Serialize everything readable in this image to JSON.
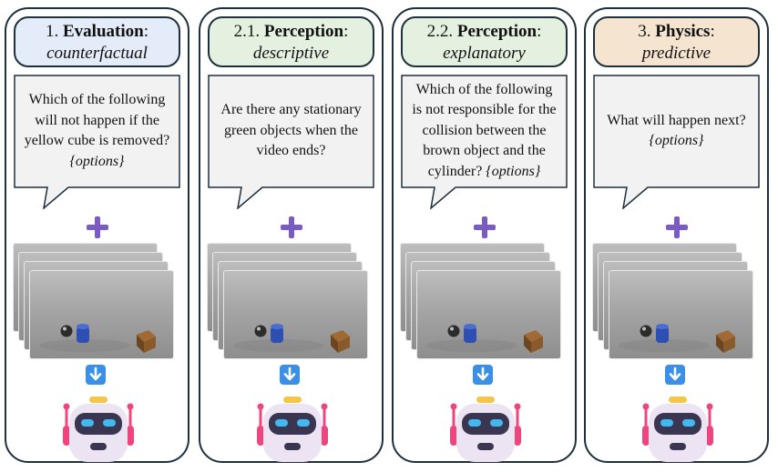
{
  "panels": [
    {
      "id": "evaluation",
      "number": "1.",
      "bold": "Evaluation",
      "colon": ":",
      "subtitle": "counterfactual",
      "title_bg": "#e3ecf8",
      "question": "Which of the following will not happen if the yellow cube is removed?",
      "options": "{options}"
    },
    {
      "id": "perception-descriptive",
      "number": "2.1.",
      "bold": "Perception",
      "colon": ":",
      "subtitle": "descriptive",
      "title_bg": "#e4f1e1",
      "question": "Are there any stationary green objects when the video ends?",
      "options": ""
    },
    {
      "id": "perception-explanatory",
      "number": "2.2.",
      "bold": "Perception",
      "colon": ":",
      "subtitle": "explanatory",
      "title_bg": "#e4f1e1",
      "question": "Which of the following is not responsible for the collision between the brown object and the cylinder?",
      "options": "{options}"
    },
    {
      "id": "physics",
      "number": "3.",
      "bold": "Physics",
      "colon": ":",
      "subtitle": "predictive",
      "title_bg": "#f4e4d0",
      "question": "What will happen next?",
      "options": "{options}"
    }
  ],
  "colors": {
    "border": "#1e2f3d",
    "bubble_fill": "#f2f2f2",
    "plus": "#7a5bc4",
    "arrow": "#3a8fe8",
    "robot_body": "#ece4f3",
    "robot_visor": "#3a3550",
    "robot_eyes": "#41b8f0",
    "robot_antenna": "#f0447e",
    "robot_hat": "#f5c54a"
  },
  "icons": [
    "plus-icon",
    "down-arrow-icon",
    "robot-icon"
  ]
}
